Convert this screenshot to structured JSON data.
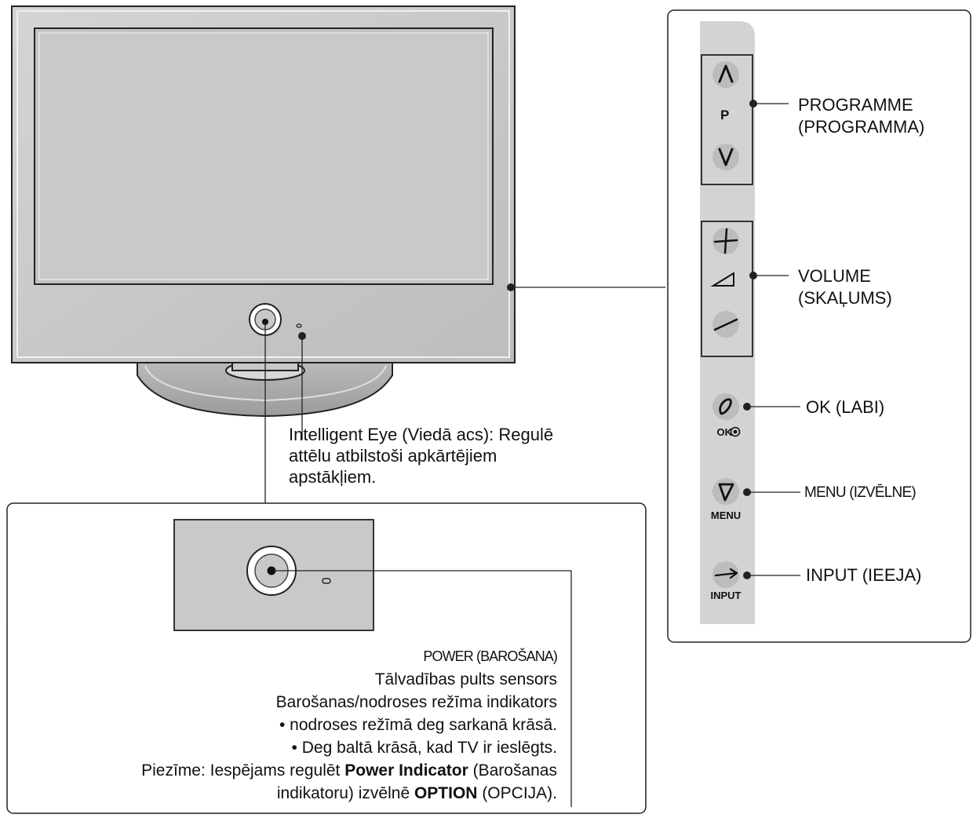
{
  "side_panel": {
    "programme": {
      "label_line1": "PROGRAMME",
      "label_line2": "(PROGRAMMA)",
      "letter": "P"
    },
    "volume": {
      "label_line1": "VOLUME",
      "label_line2": "(SKAĻUMS)"
    },
    "ok": {
      "label": "OK (LABI)",
      "caption": "OK"
    },
    "menu": {
      "label": "MENU (IZVĒLNE)",
      "caption": "MENU"
    },
    "input": {
      "label": "INPUT (IEEJA)",
      "caption": "INPUT"
    }
  },
  "intelligent_eye": {
    "line1": "Intelligent Eye (Viedā acs): Regulē",
    "line2": "attēlu atbilstoši apkārtējiem",
    "line3": "apstākļiem."
  },
  "power_section": {
    "title": "POWER (BAROŠANA)",
    "line1": "Tālvadības pults sensors",
    "line2": "Barošanas/nodroses režīma indikators",
    "line3": "• nodroses režīmā deg sarkanā krāsā.",
    "line4": "• Deg baltā krāsā, kad TV ir ieslēgts.",
    "note_prefix": "Piezīme: Iespējams regulēt ",
    "note_bold1": "Power Indicator",
    "note_mid1": " (Barošanas",
    "note_line2_prefix": "indikatoru) izvēlnē ",
    "note_bold2": "OPTION",
    "note_suffix": " (OPCIJA)."
  }
}
